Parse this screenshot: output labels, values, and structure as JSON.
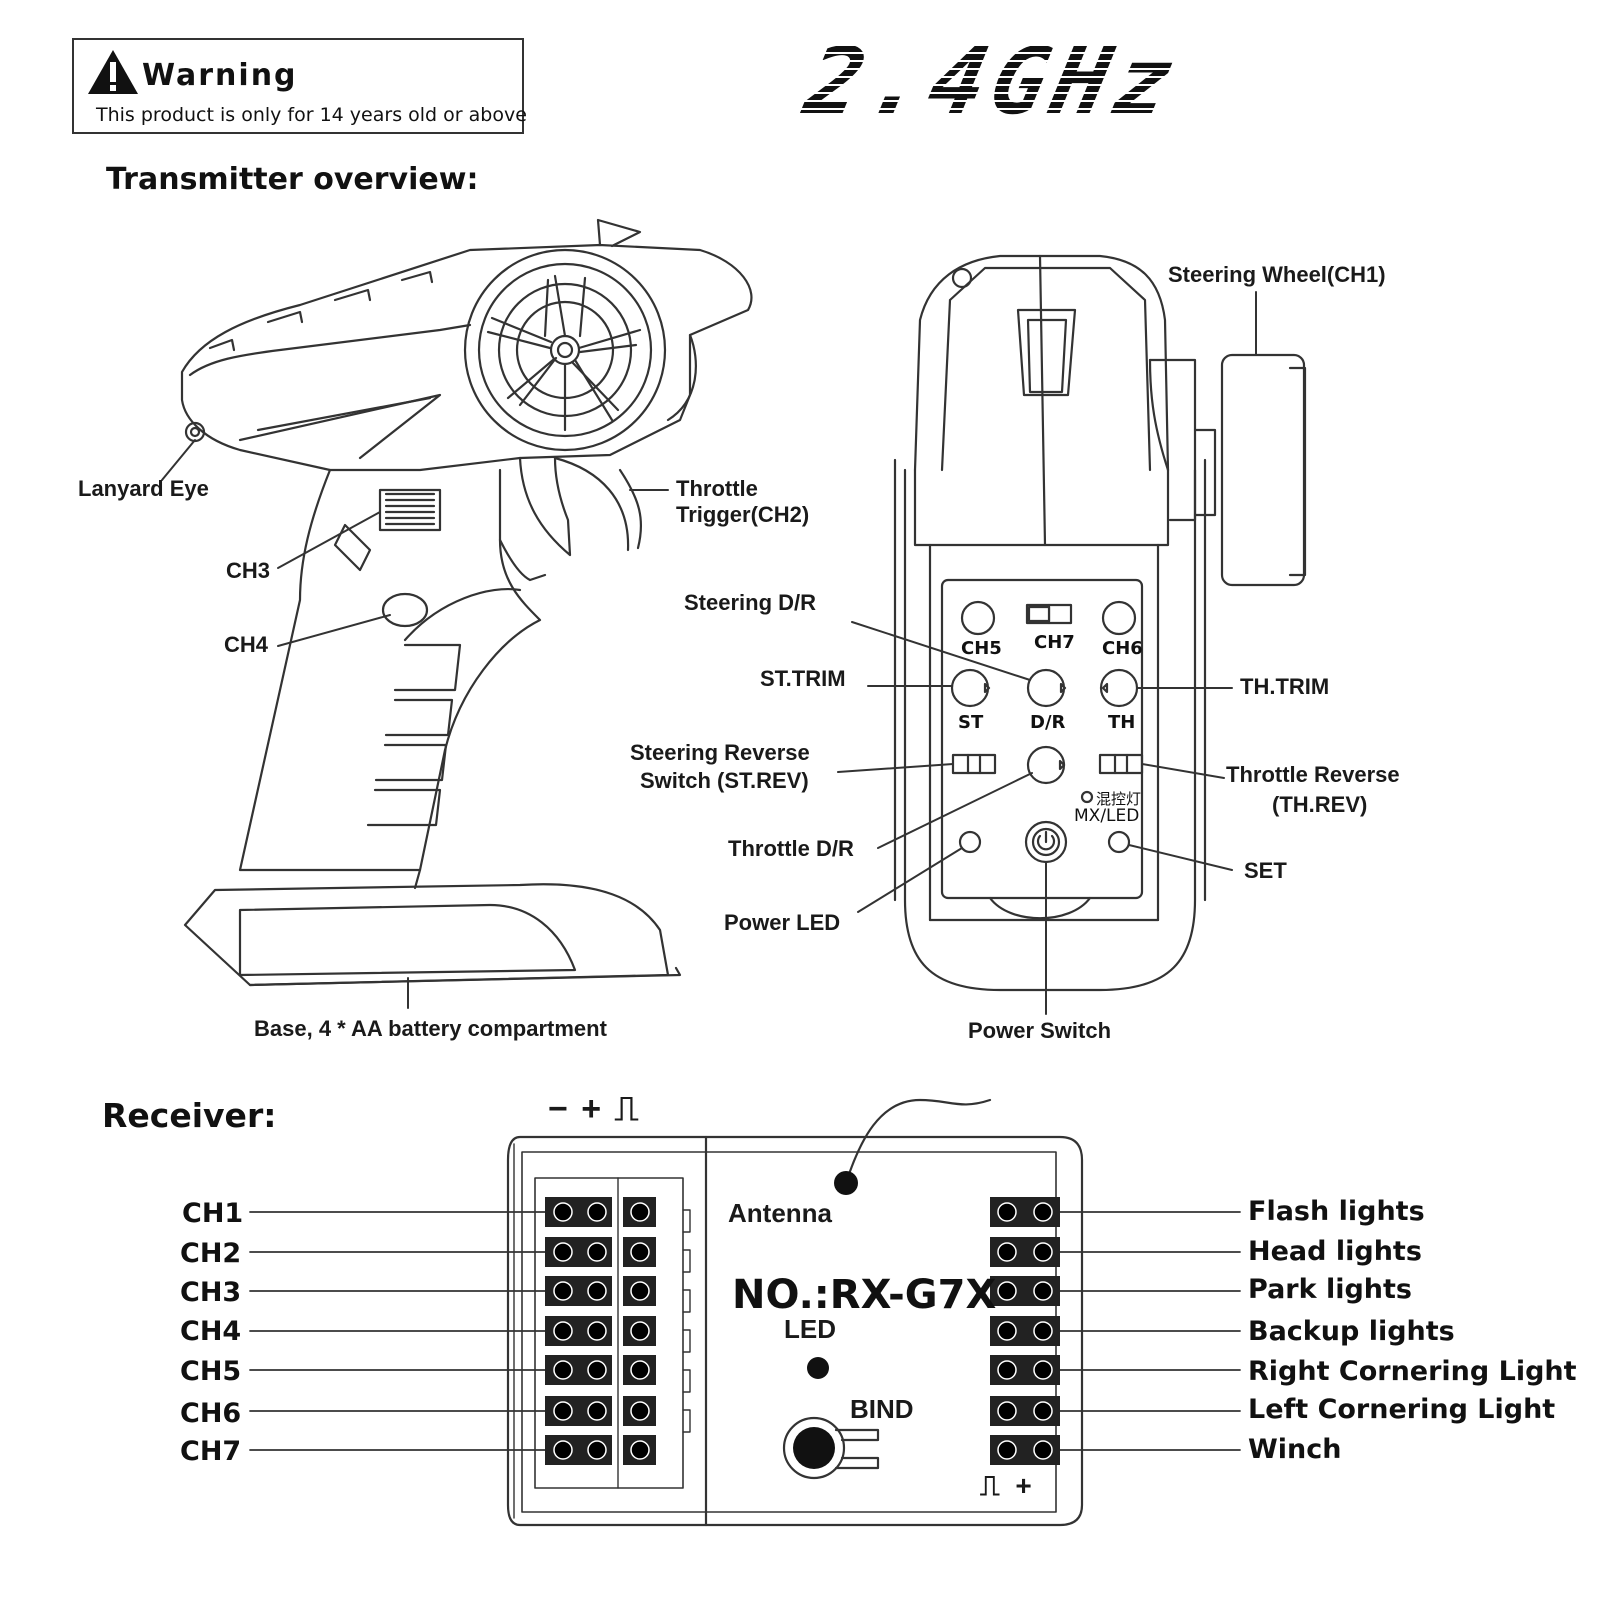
{
  "warning": {
    "title": "Warning",
    "text": "This product is only for 14 years old or above"
  },
  "logo": {
    "text": "2.4GHz"
  },
  "transmitter": {
    "section_title": "Transmitter overview:",
    "labels": {
      "lanyard_eye": "Lanyard Eye",
      "ch3": "CH3",
      "ch4": "CH4",
      "throttle_trigger_line1": "Throttle",
      "throttle_trigger_line2": "Trigger(CH2)",
      "base": "Base, 4 * AA battery compartment",
      "steering_wheel": "Steering Wheel(CH1)",
      "steering_dr": "Steering D/R",
      "st_trim": "ST.TRIM",
      "th_trim": "TH.TRIM",
      "steering_reverse_line1": "Steering Reverse",
      "steering_reverse_line2": "Switch (ST.REV)",
      "throttle_reverse_line1": "Throttle Reverse",
      "throttle_reverse_line2": "(TH.REV)",
      "throttle_dr": "Throttle D/R",
      "power_led": "Power LED",
      "set": "SET",
      "power_switch": "Power Switch"
    },
    "panel": {
      "ch5": "CH5",
      "ch6": "CH6",
      "ch7": "CH7",
      "st": "ST",
      "dr": "D/R",
      "th": "TH",
      "mx_cn": "混控灯",
      "mx_led": "MX/LED"
    }
  },
  "receiver": {
    "section_title": "Receiver:",
    "polarity_top": "− + ⎍",
    "antenna": "Antenna",
    "model": "NO.:RX-G7X",
    "led": "LED",
    "bind": "BIND",
    "polarity_bottom": "⎍ +",
    "channels": [
      "CH1",
      "CH2",
      "CH3",
      "CH4",
      "CH5",
      "CH6",
      "CH7"
    ],
    "light_outputs": [
      "Flash lights",
      "Head lights",
      "Park lights",
      "Backup lights",
      "Right Cornering Light",
      "Left Cornering Light",
      "Winch"
    ]
  }
}
